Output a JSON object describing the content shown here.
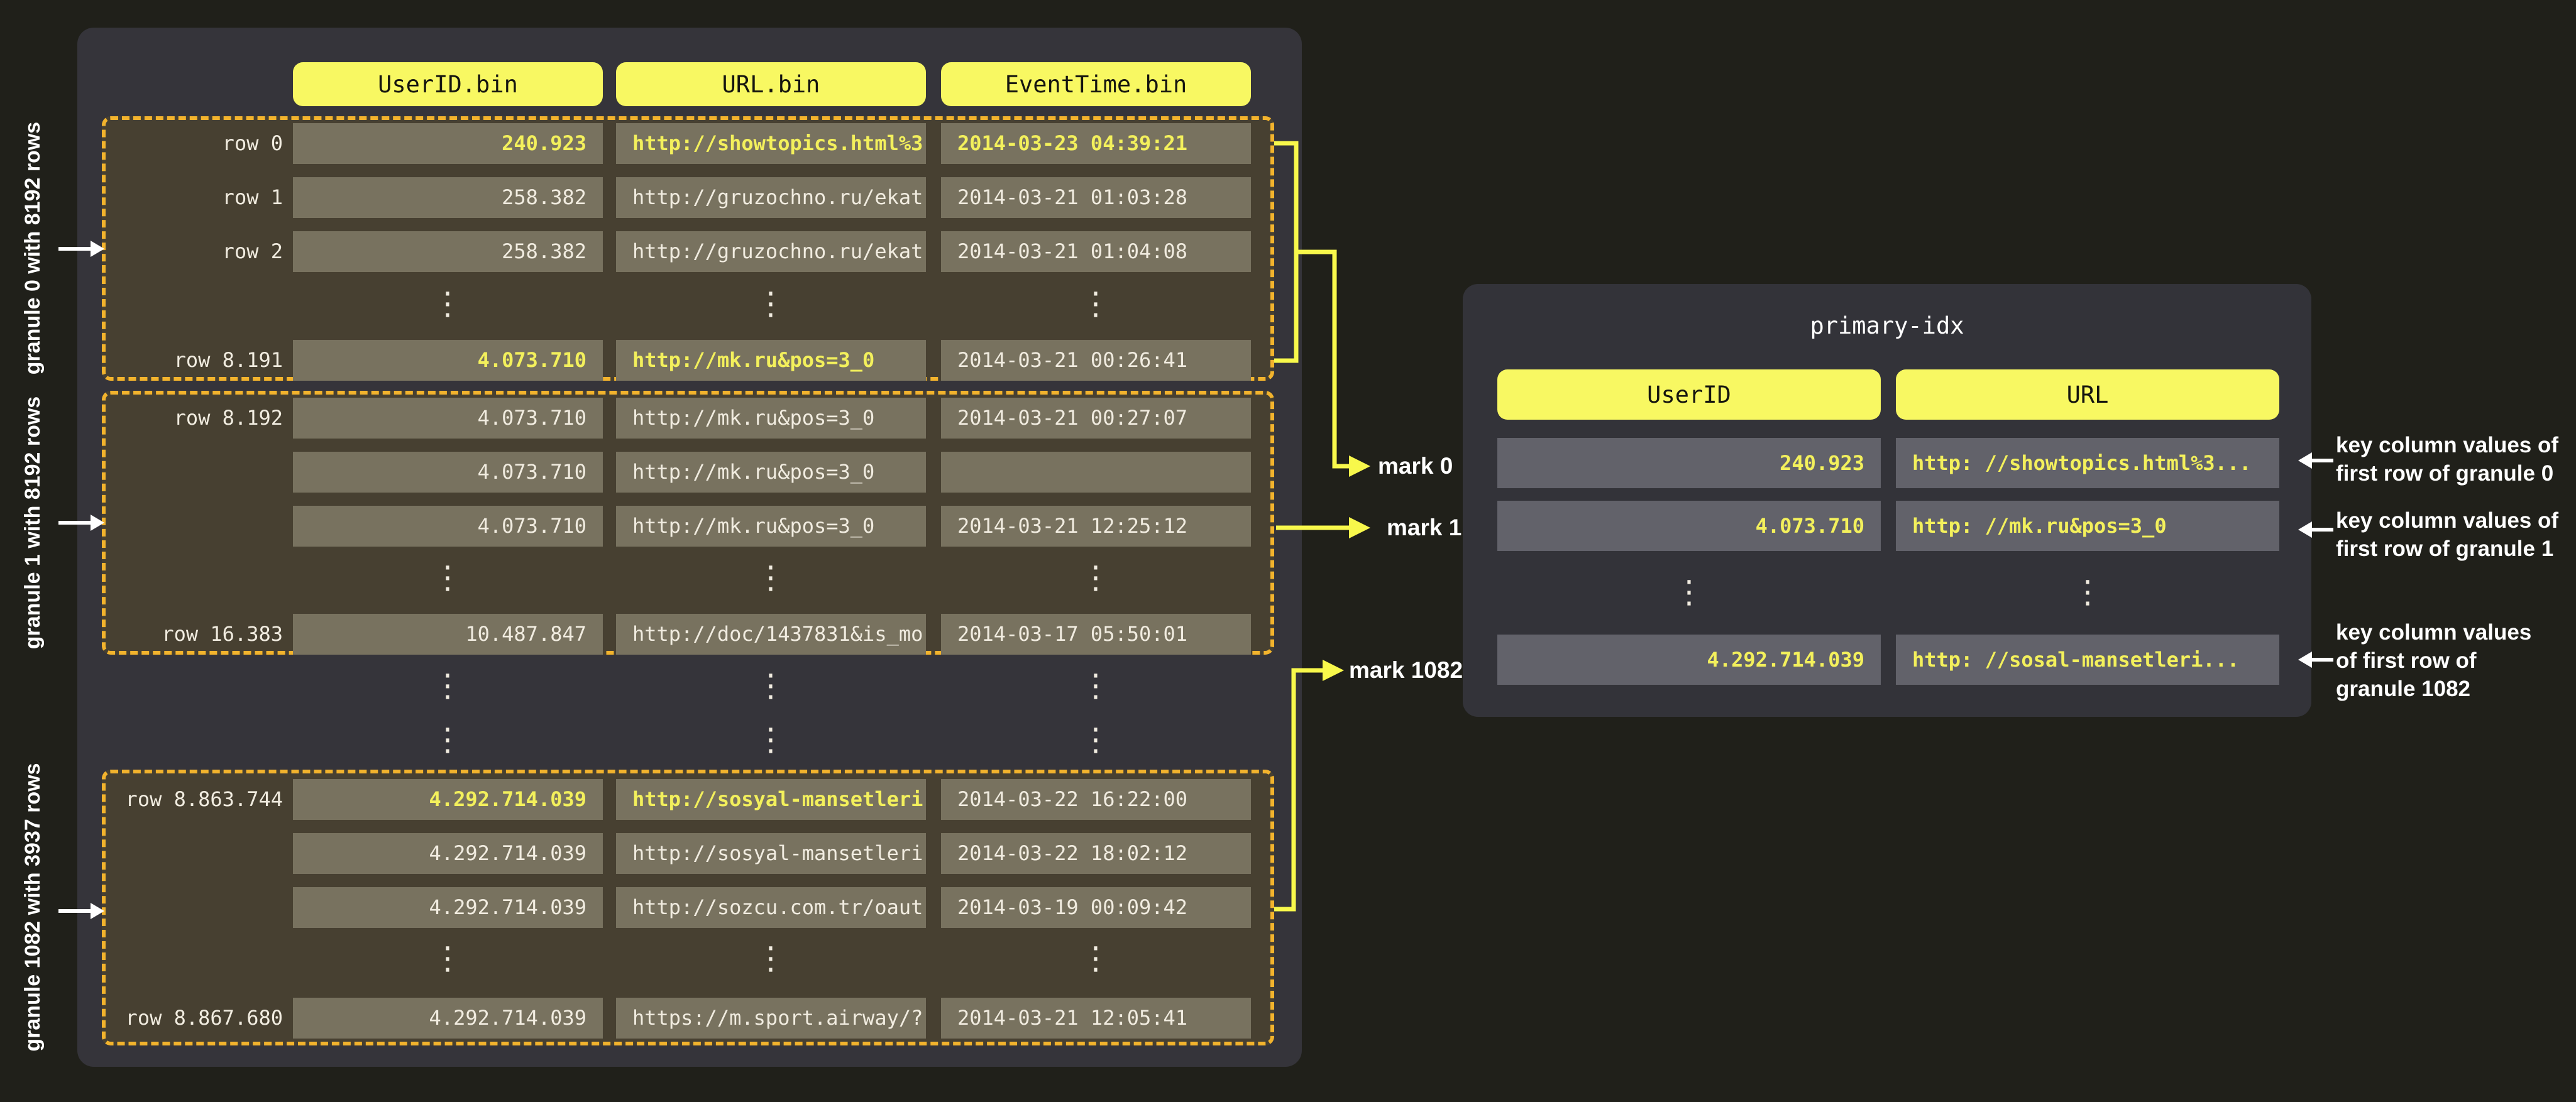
{
  "colors": {
    "background": "#20201a",
    "panel": "#35343a",
    "granule_fill": "#474031",
    "granule_dashed_border": "#f2b32d",
    "cell": "#78725f",
    "cell_text": "#f1ece0",
    "highlight_text": "#f3f05c",
    "header_pill": "#f8f862",
    "connector_yellow": "#f8f84b",
    "index_panel": "#333339",
    "index_cell": "#62626a",
    "annotation_text": "#ffffff"
  },
  "files_panel": {
    "headers": [
      "UserID.bin",
      "URL.bin",
      "EventTime.bin"
    ],
    "granules": [
      {
        "side_label": "granule 0 with 8192 rows",
        "rows": [
          {
            "label": "row 0",
            "user_id": "240.923",
            "url": "http://showtopics.html%3...",
            "event_time": "2014-03-23 04:39:21"
          },
          {
            "label": "row 1",
            "user_id": "258.382",
            "url": "http://gruzochno.ru/ekat...",
            "event_time": "2014-03-21 01:03:28"
          },
          {
            "label": "row 2",
            "user_id": "258.382",
            "url": "http://gruzochno.ru/ekat...",
            "event_time": "2014-03-21 01:04:08"
          },
          {
            "label": "row 8.191",
            "user_id": "4.073.710",
            "url": "http://mk.ru&pos=3_0",
            "event_time": "2014-03-21 00:26:41"
          }
        ]
      },
      {
        "side_label": "granule 1 with 8192 rows",
        "rows": [
          {
            "label": "row 8.192",
            "user_id": "4.073.710",
            "url": "http://mk.ru&pos=3_0",
            "event_time": "2014-03-21 00:27:07"
          },
          {
            "label": "",
            "user_id": "4.073.710",
            "url": "http://mk.ru&pos=3_0",
            "event_time": ""
          },
          {
            "label": "",
            "user_id": "4.073.710",
            "url": "http://mk.ru&pos=3_0",
            "event_time": "2014-03-21 12:25:12"
          },
          {
            "label": "row 16.383",
            "user_id": "10.487.847",
            "url": "http://doc/1437831&is_mo...",
            "event_time": "2014-03-17 05:50:01"
          }
        ]
      },
      {
        "side_label": "granule 1082 with 3937 rows",
        "rows": [
          {
            "label": "row 8.863.744",
            "user_id": "4.292.714.039",
            "url": "http://sosyal-mansetleri...",
            "event_time": "2014-03-22 16:22:00"
          },
          {
            "label": "",
            "user_id": "4.292.714.039",
            "url": "http://sosyal-mansetleri...",
            "event_time": "2014-03-22 18:02:12"
          },
          {
            "label": "",
            "user_id": "4.292.714.039",
            "url": "http://sozcu.com.tr/oaut",
            "event_time": "2014-03-19 00:09:42"
          },
          {
            "label": "row 8.867.680",
            "user_id": "4.292.714.039",
            "url": "https://m.sport.airway/?",
            "event_time": "2014-03-21 12:05:41"
          }
        ]
      }
    ],
    "ellipsis": "⋮"
  },
  "marks": {
    "mark0": "mark 0",
    "mark1": "mark 1",
    "mark1082": "mark 1082"
  },
  "primary_index": {
    "title": "primary-idx",
    "headers": [
      "UserID",
      "URL"
    ],
    "rows": [
      {
        "user_id": "240.923",
        "url": "http: //showtopics.html%3..."
      },
      {
        "user_id": "4.073.710",
        "url": "http: //mk.ru&pos=3_0"
      },
      {
        "user_id": "4.292.714.039",
        "url": "http: //sosal-mansetleri..."
      }
    ]
  },
  "annotations": [
    {
      "lines": [
        "key column values of",
        "first row of granule 0"
      ]
    },
    {
      "lines": [
        "key column values of",
        "first row of granule 1"
      ]
    },
    {
      "lines": [
        "key column values",
        "of first row of",
        "granule 1082"
      ]
    }
  ]
}
